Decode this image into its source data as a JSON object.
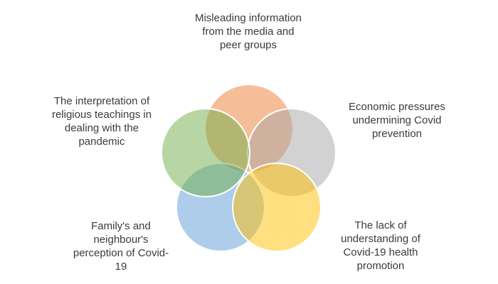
{
  "diagram": {
    "type": "venn-5-circle",
    "background": "#ffffff",
    "text_color": "#3b3b3b",
    "stroke_color": "#ffffff",
    "circles": [
      {
        "id": "misleading-media",
        "position": "top",
        "color": "#ED7D31",
        "label": "Misleading information\nfrom the media and\npeer groups"
      },
      {
        "id": "economic-pressures",
        "position": "upper-right",
        "color": "#A5A5A5",
        "label": "Economic pressures\nundermining Covid\nprevention"
      },
      {
        "id": "family-neighbour-perception",
        "position": "lower-left",
        "color": "#5B9BD5",
        "label": "Family's and\nneighbour's\nperception of Covid-\n19"
      },
      {
        "id": "lack-of-understanding",
        "position": "lower-right",
        "color": "#FFC000",
        "label": "The lack of\nunderstanding of\nCovid-19 health\npromotion"
      },
      {
        "id": "religious-teachings",
        "position": "upper-left",
        "color": "#70AD47",
        "label": "The interpretation of\nreligious teachings in\ndealing with the\npandemic"
      }
    ]
  }
}
